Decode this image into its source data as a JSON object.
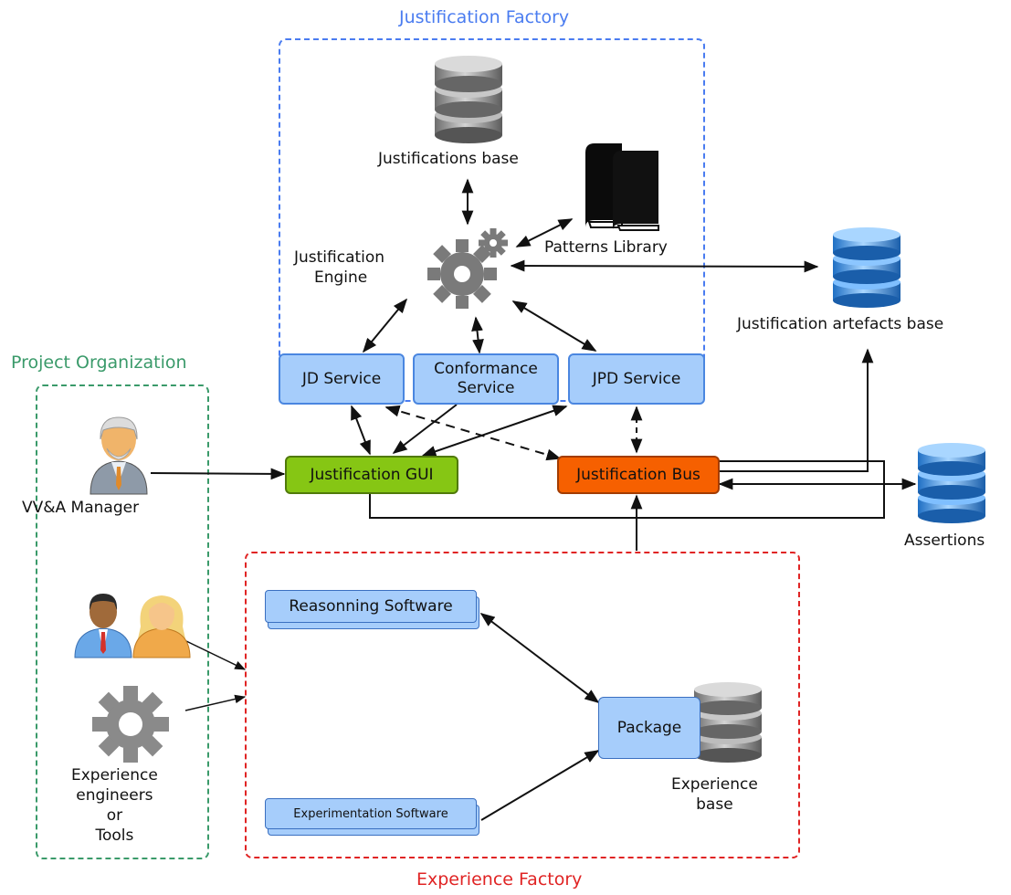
{
  "regions": {
    "justification_factory": "Justification Factory",
    "project_organization": "Project Organization",
    "experience_factory": "Experience Factory"
  },
  "labels": {
    "justifications_base": "Justifications base",
    "patterns_library": "Patterns Library",
    "justification_engine_line1": "Justification",
    "justification_engine_line2": "Engine",
    "justification_artefacts_base": "Justification artefacts base",
    "assertions": "Assertions",
    "vva_manager": "VV&A Manager",
    "experience_engineers_line1": "Experience",
    "experience_engineers_line2": "engineers",
    "experience_engineers_line3": "or",
    "experience_engineers_line4": "Tools",
    "experience_base_line1": "Experience",
    "experience_base_line2": "base"
  },
  "boxes": {
    "jd_service": "JD Service",
    "conformance_service_line1": "Conformance",
    "conformance_service_line2": "Service",
    "jpd_service": "JPD Service",
    "justification_gui": "Justification GUI",
    "justification_bus": "Justification Bus",
    "reasoning_software": "Reasonning Software",
    "package": "Package",
    "experimentation_software": "Experimentation Software"
  },
  "colors": {
    "justification_factory_border": "#4a7cf0",
    "project_organization_border": "#3a9a6a",
    "experience_factory_border": "#e02424",
    "service_fill": "#a6cdfb",
    "gui_fill": "#86c614",
    "bus_fill": "#f66000",
    "db_grey": "#9a9a9a",
    "db_blue": "#4a9ae0",
    "gear_grey": "#7a7a7a"
  },
  "icons": [
    "database-grey-icon",
    "books-icon",
    "gear-icon",
    "database-blue-icon",
    "manager-person-icon",
    "engineer-man-icon",
    "engineer-woman-icon"
  ]
}
